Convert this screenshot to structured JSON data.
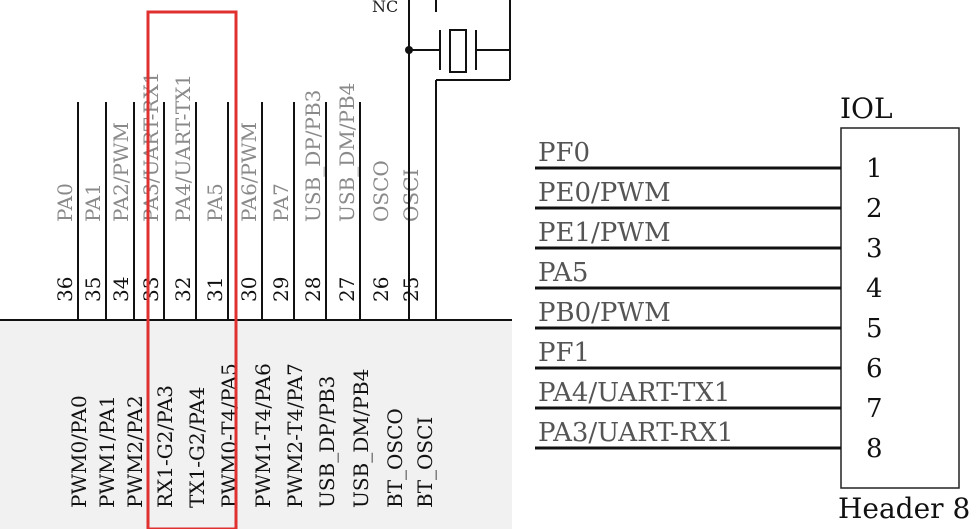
{
  "ic": {
    "pins": [
      {
        "number": "36",
        "net": "PA0",
        "function": "PWM0/PA0"
      },
      {
        "number": "35",
        "net": "PA1",
        "function": "PWM1/PA1"
      },
      {
        "number": "34",
        "net": "PA2/PWM",
        "function": "PWM2/PA2"
      },
      {
        "number": "33",
        "net": "PA3/UART-RX1",
        "function": "RX1-G2/PA3"
      },
      {
        "number": "32",
        "net": "PA4/UART-TX1",
        "function": "TX1-G2/PA4"
      },
      {
        "number": "31",
        "net": "PA5",
        "function": "PWM0-T4/PA5"
      },
      {
        "number": "30",
        "net": "PA6/PWM",
        "function": "PWM1-T4/PA6"
      },
      {
        "number": "29",
        "net": "PA7",
        "function": "PWM2-T4/PA7"
      },
      {
        "number": "28",
        "net": "USB_DP/PB3",
        "function": "USB_DP/PB3"
      },
      {
        "number": "27",
        "net": "USB_DM/PB4",
        "function": "USB_DM/PB4"
      },
      {
        "number": "26",
        "net": "OSCO",
        "function": "BT_OSCO"
      },
      {
        "number": "25",
        "net": "OSCI",
        "function": "BT_OSCI"
      }
    ],
    "nc_label": "NC",
    "highlight_color": "#e03030"
  },
  "header": {
    "title": "IOL",
    "name": "Header 8",
    "pins": [
      {
        "number": "1",
        "net": "PF0"
      },
      {
        "number": "2",
        "net": "PE0/PWM"
      },
      {
        "number": "3",
        "net": "PE1/PWM"
      },
      {
        "number": "4",
        "net": "PA5"
      },
      {
        "number": "5",
        "net": "PB0/PWM"
      },
      {
        "number": "6",
        "net": "PF1"
      },
      {
        "number": "7",
        "net": "PA4/UART-TX1"
      },
      {
        "number": "8",
        "net": "PA3/UART-RX1"
      }
    ]
  }
}
